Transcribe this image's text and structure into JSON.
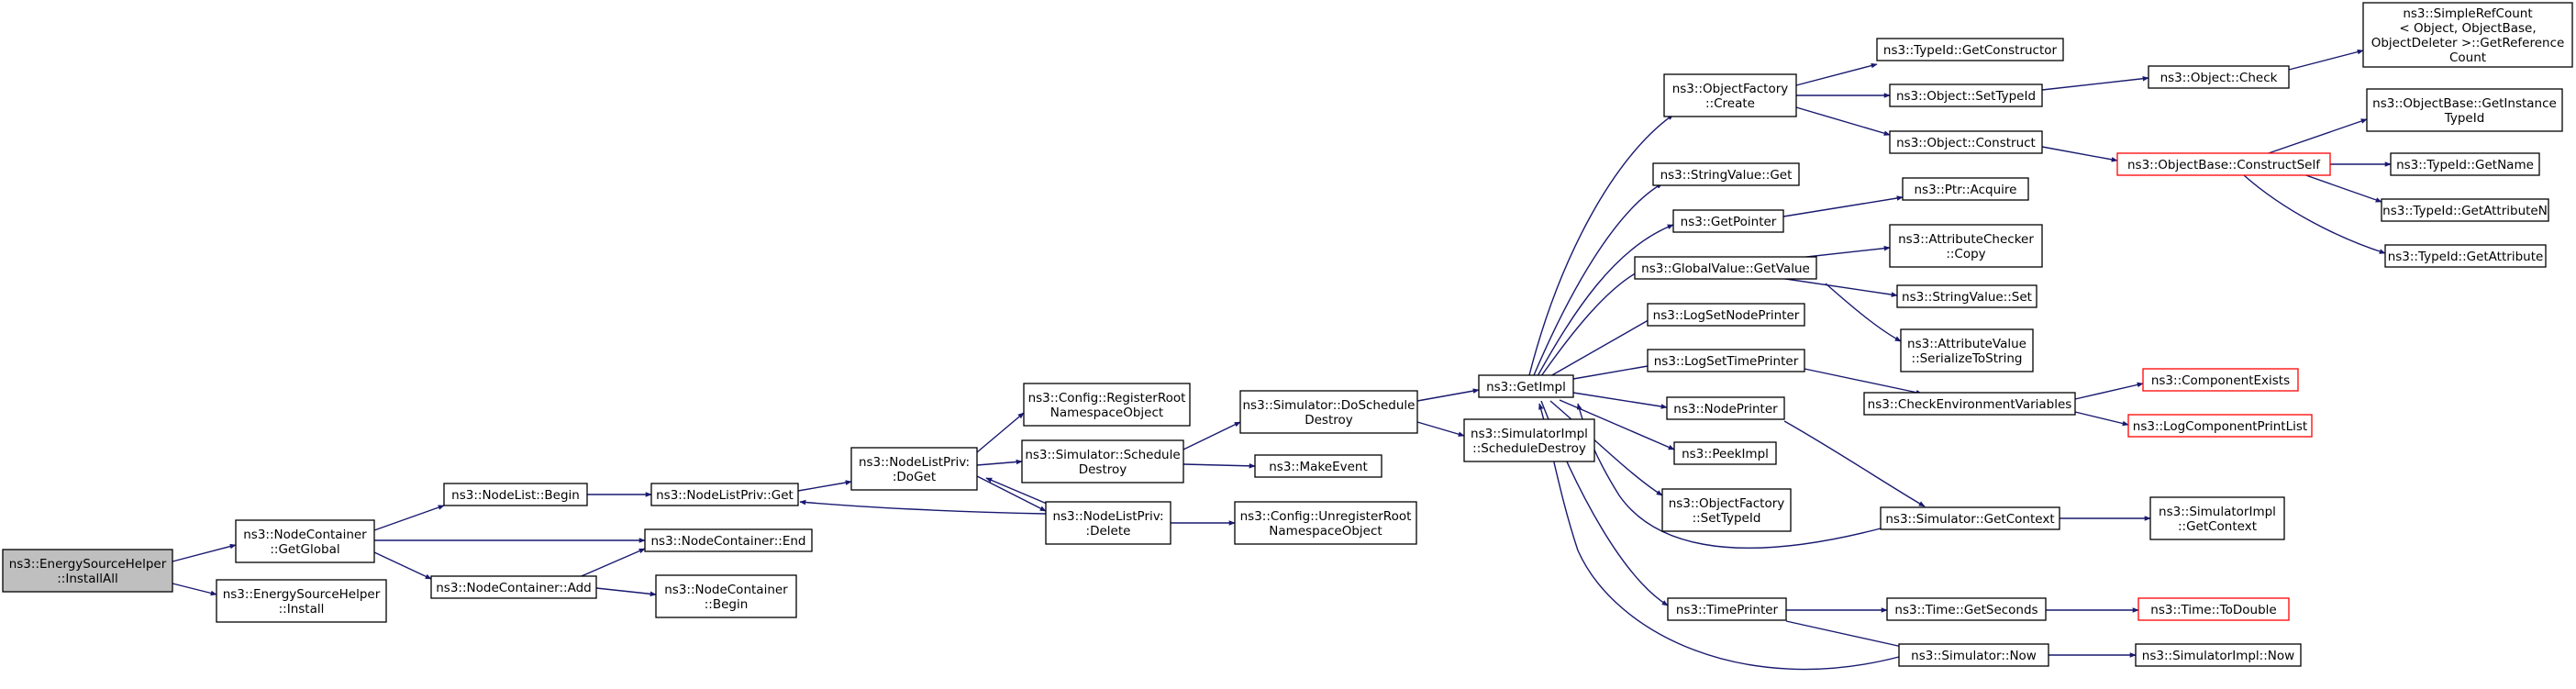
{
  "colors": {
    "edge": "#191970",
    "root_fill": "#bfbfbf",
    "red_border": "#ff0000",
    "border": "#000000"
  },
  "nodes": {
    "n_root": {
      "lines": [
        "ns3::EnergySourceHelper",
        "::InstallAll"
      ]
    },
    "n_ncgg": {
      "lines": [
        "ns3::NodeContainer",
        "::GetGlobal"
      ]
    },
    "n_eshi": {
      "lines": [
        "ns3::EnergySourceHelper",
        "::Install"
      ]
    },
    "n_nlb": {
      "lines": [
        "ns3::NodeList::Begin"
      ]
    },
    "n_nce": {
      "lines": [
        "ns3::NodeContainer::End"
      ]
    },
    "n_nca": {
      "lines": [
        "ns3::NodeContainer::Add"
      ]
    },
    "n_ncb": {
      "lines": [
        "ns3::NodeContainer",
        "::Begin"
      ]
    },
    "n_nlpg": {
      "lines": [
        "ns3::NodeListPriv::Get"
      ]
    },
    "n_nlpdg": {
      "lines": [
        "ns3::NodeListPriv:",
        ":DoGet"
      ]
    },
    "n_crrno": {
      "lines": [
        "ns3::Config::RegisterRoot",
        "NamespaceObject"
      ]
    },
    "n_ssd": {
      "lines": [
        "ns3::Simulator::Schedule",
        "Destroy"
      ]
    },
    "n_nlpd": {
      "lines": [
        "ns3::NodeListPriv:",
        ":Delete"
      ]
    },
    "n_sdsd": {
      "lines": [
        "ns3::Simulator::DoSchedule",
        "Destroy"
      ]
    },
    "n_me": {
      "lines": [
        "ns3::MakeEvent"
      ]
    },
    "n_curno": {
      "lines": [
        "ns3::Config::UnregisterRoot",
        "NamespaceObject"
      ]
    },
    "n_gi": {
      "lines": [
        "ns3::GetImpl"
      ]
    },
    "n_sisd": {
      "lines": [
        "ns3::SimulatorImpl",
        "::ScheduleDestroy"
      ]
    },
    "n_ofc": {
      "lines": [
        "ns3::ObjectFactory",
        "::Create"
      ]
    },
    "n_svg": {
      "lines": [
        "ns3::StringValue::Get"
      ]
    },
    "n_gp": {
      "lines": [
        "ns3::GetPointer"
      ]
    },
    "n_gvgv": {
      "lines": [
        "ns3::GlobalValue::GetValue"
      ]
    },
    "n_lsnp": {
      "lines": [
        "ns3::LogSetNodePrinter"
      ]
    },
    "n_lstp": {
      "lines": [
        "ns3::LogSetTimePrinter"
      ]
    },
    "n_np": {
      "lines": [
        "ns3::NodePrinter"
      ]
    },
    "n_pi": {
      "lines": [
        "ns3::PeekImpl"
      ]
    },
    "n_ofst": {
      "lines": [
        "ns3::ObjectFactory",
        "::SetTypeId"
      ]
    },
    "n_tp": {
      "lines": [
        "ns3::TimePrinter"
      ]
    },
    "n_tigc": {
      "lines": [
        "ns3::TypeId::GetConstructor"
      ]
    },
    "n_ost": {
      "lines": [
        "ns3::Object::SetTypeId"
      ]
    },
    "n_oc": {
      "lines": [
        "ns3::Object::Construct"
      ]
    },
    "n_pa": {
      "lines": [
        "ns3::Ptr::Acquire"
      ]
    },
    "n_acc": {
      "lines": [
        "ns3::AttributeChecker",
        "::Copy"
      ]
    },
    "n_svs": {
      "lines": [
        "ns3::StringValue::Set"
      ]
    },
    "n_avst": {
      "lines": [
        "ns3::AttributeValue",
        "::SerializeToString"
      ]
    },
    "n_cev": {
      "lines": [
        "ns3::CheckEnvironmentVariables"
      ]
    },
    "n_sgc": {
      "lines": [
        "ns3::Simulator::GetContext"
      ]
    },
    "n_tgs": {
      "lines": [
        "ns3::Time::GetSeconds"
      ]
    },
    "n_sn": {
      "lines": [
        "ns3::Simulator::Now"
      ]
    },
    "n_ochk": {
      "lines": [
        "ns3::Object::Check"
      ]
    },
    "n_obcs": {
      "lines": [
        "ns3::ObjectBase::ConstructSelf"
      ]
    },
    "n_ce": {
      "lines": [
        "ns3::ComponentExists"
      ]
    },
    "n_lcpl": {
      "lines": [
        "ns3::LogComponentPrintList"
      ]
    },
    "n_sigc": {
      "lines": [
        "ns3::SimulatorImpl",
        "::GetContext"
      ]
    },
    "n_ttd": {
      "lines": [
        "ns3::Time::ToDouble"
      ]
    },
    "n_sin": {
      "lines": [
        "ns3::SimulatorImpl::Now"
      ]
    },
    "n_srcgrc": {
      "lines": [
        "ns3::SimpleRefCount",
        "< Object, ObjectBase,",
        " ObjectDeleter >::GetReference",
        "Count"
      ]
    },
    "n_obgit": {
      "lines": [
        "ns3::ObjectBase::GetInstance",
        "TypeId"
      ]
    },
    "n_tign": {
      "lines": [
        "ns3::TypeId::GetName"
      ]
    },
    "n_tigan": {
      "lines": [
        "ns3::TypeId::GetAttributeN"
      ]
    },
    "n_tiga": {
      "lines": [
        "ns3::TypeId::GetAttribute"
      ]
    }
  }
}
